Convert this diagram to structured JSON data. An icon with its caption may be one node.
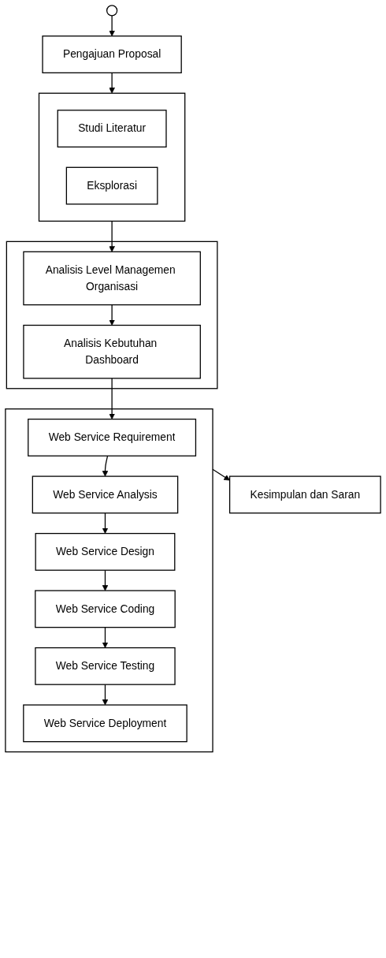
{
  "diagram": {
    "nodes": [
      {
        "text": [],
        "shape": "circle"
      },
      {
        "text": [
          "Pengajuan Proposal"
        ]
      },
      {
        "text": [],
        "shape": "box"
      },
      {
        "text": [
          "Studi Literatur"
        ],
        "in": 2
      },
      {
        "text": [
          "Eksplorasi"
        ],
        "in": 2
      },
      {
        "text": [],
        "shape": "box"
      },
      {
        "text": [
          "Analisis Level Managemen Organisasi"
        ],
        "in": 5
      },
      {
        "text": [
          "Analisis Kebutuhan Dashboard"
        ],
        "in": 5
      },
      {
        "text": [],
        "shape": "box"
      },
      {
        "text": [
          "Web Service Requirement"
        ],
        "in": 8
      },
      {
        "text": [
          "Web Service Analysis"
        ],
        "in": 8
      },
      {
        "text": [
          "Web Service Design"
        ],
        "in": 8
      },
      {
        "text": [
          "Web Service Coding"
        ],
        "in": 8
      },
      {
        "text": [
          "Web Service Testing"
        ],
        "in": 8
      },
      {
        "text": [
          "Web Service Deployment"
        ],
        "in": 8
      },
      {
        "text": [
          "Kesimpulan dan Saran"
        ]
      }
    ],
    "edges": [
      {
        "from": 0,
        "to": 1,
        "arrow": "to"
      },
      {
        "from": 1,
        "to": 2,
        "arrow": "to"
      },
      {
        "from": 2,
        "to": 6,
        "arrow": "to"
      },
      {
        "from": 6,
        "to": 7,
        "arrow": "to"
      },
      {
        "from": 7,
        "to": 9,
        "arrow": "to"
      },
      {
        "from": 9,
        "to": 10,
        "arrow": "to"
      },
      {
        "from": 10,
        "to": 11,
        "arrow": "to"
      },
      {
        "from": 11,
        "to": 12,
        "arrow": "to"
      },
      {
        "from": 12,
        "to": 13,
        "arrow": "to"
      },
      {
        "from": 13,
        "to": 14,
        "arrow": "to"
      },
      {
        "from": 8,
        "to": 15,
        "arrow": "to"
      }
    ]
  }
}
